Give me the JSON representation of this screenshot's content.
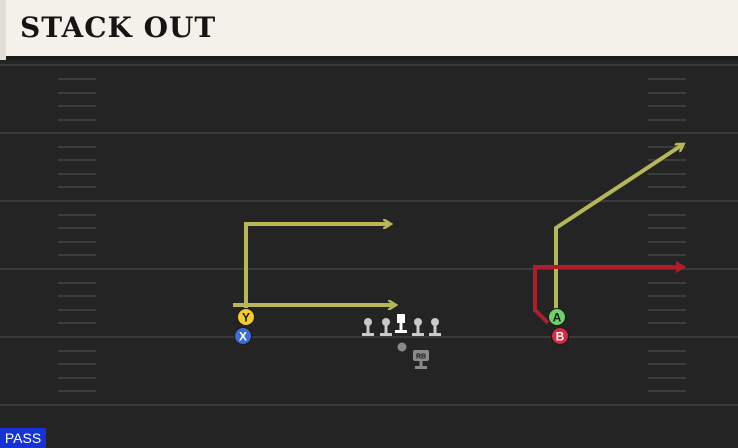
{
  "play": {
    "title": "STACK OUT",
    "type_badge": "PASS"
  },
  "colors": {
    "field": "#242424",
    "yard_line": "#3a3a3a",
    "hash": "#4a4a4a",
    "route_primary": "#b7b65a",
    "route_out": "#b01e2c",
    "lineman": "#c9c9c9",
    "badge": "#1733d6"
  },
  "players": [
    {
      "id": "Y",
      "label": "Y",
      "color": "#f2cc2c",
      "text_color": "#1a1a1a"
    },
    {
      "id": "X",
      "label": "X",
      "color": "#3c6bd6",
      "text_color": "#ffffff"
    },
    {
      "id": "A",
      "label": "A",
      "color": "#6fd06a",
      "text_color": "#1a1a1a"
    },
    {
      "id": "B",
      "label": "B",
      "color": "#d8283e",
      "text_color": "#ffffff"
    },
    {
      "id": "RB",
      "label": "RB",
      "color": "#8a8a8a",
      "text_color": "#1a1a1a"
    }
  ],
  "routes": [
    {
      "player": "Y",
      "kind": "corner-post",
      "color": "#b7b65a"
    },
    {
      "player": "X",
      "kind": "drag",
      "color": "#b7b65a"
    },
    {
      "player": "A",
      "kind": "go-angle",
      "color": "#b7b65a"
    },
    {
      "player": "B",
      "kind": "out",
      "color": "#b01e2c"
    }
  ],
  "icons": [
    "lineman-icon",
    "center-icon",
    "quarterback-icon",
    "running-back-icon"
  ]
}
